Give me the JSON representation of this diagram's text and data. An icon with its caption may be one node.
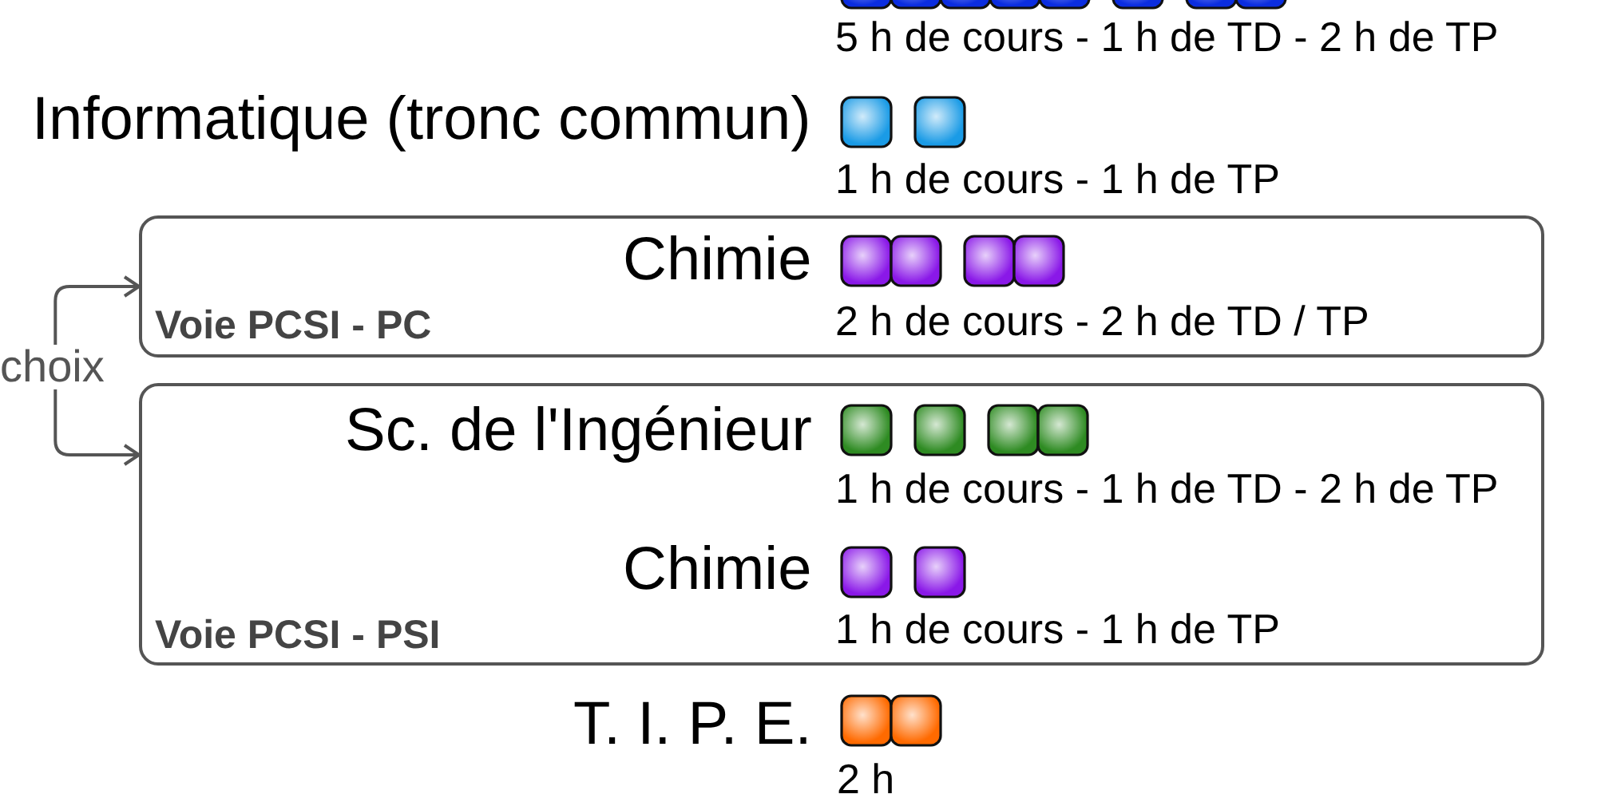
{
  "diagram": {
    "nodes": [
      {
        "text": [
          "Chimie",
          "Voie PCSI - PC",
          "2 h de cours - 2 h de TD / TP"
        ]
      },
      {
        "text": [
          "choix"
        ]
      },
      {
        "text": [
          "Sc. de l'Ingénieur",
          "1 h de cours - 1 h de TD - 2 h de TP",
          "Chimie",
          "Voie PCSI - PSI",
          "1 h de cours - 1 h de TP"
        ]
      }
    ],
    "edges": [
      {
        "from": 1,
        "to": 0,
        "arrow": "to"
      },
      {
        "from": 1,
        "to": 2,
        "arrow": "to"
      }
    ],
    "labels": [
      "5 h de cours - 1 h de TD - 2 h de TP",
      "Informatique (tronc commun)",
      "1 h de cours - 1 h de TP",
      "T. I. P. E.",
      "2 h"
    ]
  }
}
